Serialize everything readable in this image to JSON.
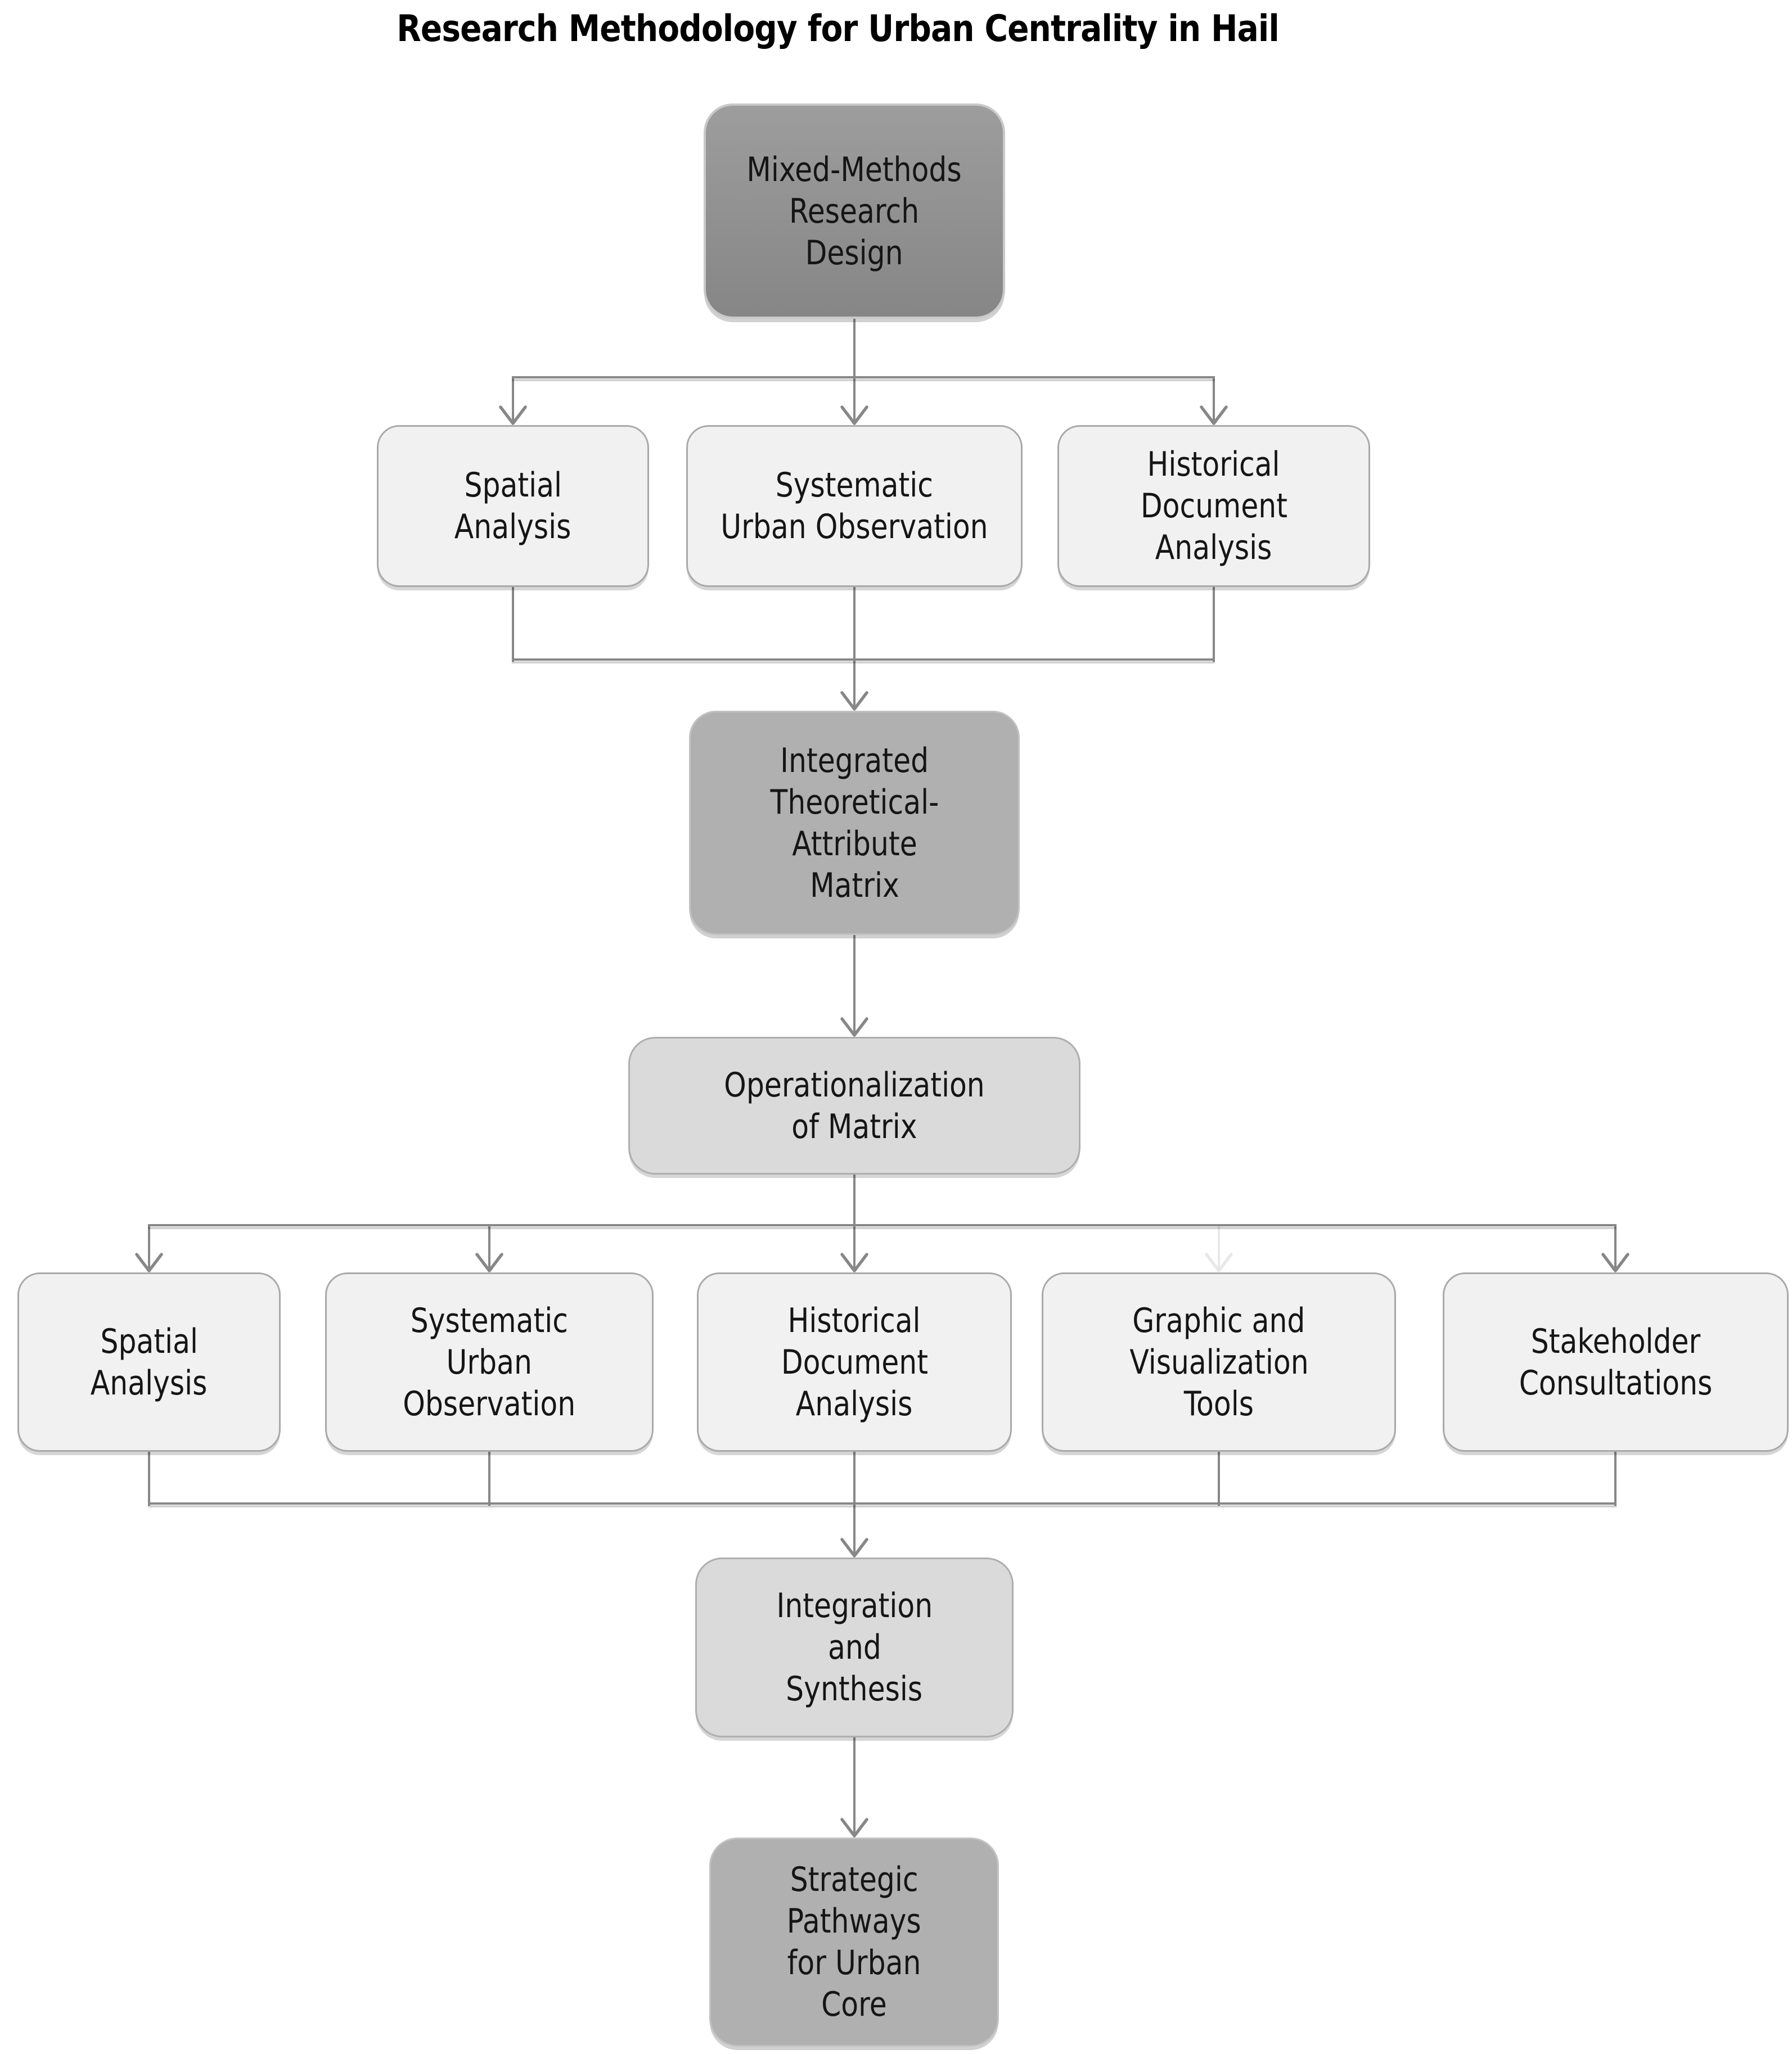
{
  "diagram": {
    "title": "Research Methodology for Urban Centrality in Hail",
    "nodes": [
      {
        "id": "mixed-methods",
        "variant": "dark",
        "lines": [
          "Mixed-Methods",
          "Research",
          "Design"
        ]
      },
      {
        "id": "spatial-analysis-1",
        "variant": "light",
        "lines": [
          "Spatial",
          "Analysis"
        ]
      },
      {
        "id": "systematic-urban-observation-1",
        "variant": "light",
        "lines": [
          "Systematic",
          "Urban Observation"
        ]
      },
      {
        "id": "historical-document-analysis-1",
        "variant": "light",
        "lines": [
          "Historical",
          "Document",
          "Analysis"
        ]
      },
      {
        "id": "integrated-matrix",
        "variant": "medium",
        "lines": [
          "Integrated",
          "Theoretical-",
          "Attribute",
          "Matrix"
        ]
      },
      {
        "id": "operationalization",
        "variant": "soft",
        "lines": [
          "Operationalization",
          "of Matrix"
        ]
      },
      {
        "id": "spatial-analysis-2",
        "variant": "light",
        "lines": [
          "Spatial",
          "Analysis"
        ]
      },
      {
        "id": "systematic-urban-observation-2",
        "variant": "light",
        "lines": [
          "Systematic",
          "Urban",
          "Observation"
        ]
      },
      {
        "id": "historical-document-analysis-2",
        "variant": "light",
        "lines": [
          "Historical",
          "Document",
          "Analysis"
        ]
      },
      {
        "id": "graphic-visualization-tools",
        "variant": "light",
        "lines": [
          "Graphic and",
          "Visualization",
          "Tools"
        ]
      },
      {
        "id": "stakeholder-consultations",
        "variant": "light",
        "lines": [
          "Stakeholder",
          "Consultations"
        ]
      },
      {
        "id": "integration-synthesis",
        "variant": "soft",
        "lines": [
          "Integration",
          "and",
          "Synthesis"
        ]
      },
      {
        "id": "strategic-pathways",
        "variant": "medium",
        "lines": [
          "Strategic",
          "Pathways",
          "for Urban",
          "Core"
        ]
      }
    ],
    "edges": [
      {
        "from": "mixed-methods",
        "to": "spatial-analysis-1"
      },
      {
        "from": "mixed-methods",
        "to": "systematic-urban-observation-1"
      },
      {
        "from": "mixed-methods",
        "to": "historical-document-analysis-1"
      },
      {
        "from": "spatial-analysis-1",
        "to": "integrated-matrix"
      },
      {
        "from": "systematic-urban-observation-1",
        "to": "integrated-matrix"
      },
      {
        "from": "historical-document-analysis-1",
        "to": "integrated-matrix"
      },
      {
        "from": "integrated-matrix",
        "to": "operationalization"
      },
      {
        "from": "operationalization",
        "to": "spatial-analysis-2"
      },
      {
        "from": "operationalization",
        "to": "systematic-urban-observation-2"
      },
      {
        "from": "operationalization",
        "to": "historical-document-analysis-2"
      },
      {
        "from": "operationalization",
        "to": "graphic-visualization-tools",
        "faded_arrow": true
      },
      {
        "from": "operationalization",
        "to": "stakeholder-consultations"
      },
      {
        "from": "spatial-analysis-2",
        "to": "integration-synthesis"
      },
      {
        "from": "systematic-urban-observation-2",
        "to": "integration-synthesis"
      },
      {
        "from": "historical-document-analysis-2",
        "to": "integration-synthesis"
      },
      {
        "from": "graphic-visualization-tools",
        "to": "integration-synthesis"
      },
      {
        "from": "stakeholder-consultations",
        "to": "integration-synthesis"
      },
      {
        "from": "integration-synthesis",
        "to": "strategic-pathways"
      }
    ],
    "palette": {
      "background": "#ffffff",
      "title_color": "#000000",
      "text_color": "#151515",
      "node_dark_top": "#9d9d9d",
      "node_dark_bottom": "#868686",
      "node_dark_border": "#c9c9c9",
      "node_medium_fill": "#b0b0b0",
      "node_medium_border": "#c2c2c2",
      "node_soft_fill": "#dadada",
      "node_soft_border": "#aeaeae",
      "node_light_fill": "#f1f1f1",
      "node_light_border": "#a9a9a9",
      "edge_color": "#878787",
      "edge_faded_color": "#e8e8e8"
    }
  }
}
